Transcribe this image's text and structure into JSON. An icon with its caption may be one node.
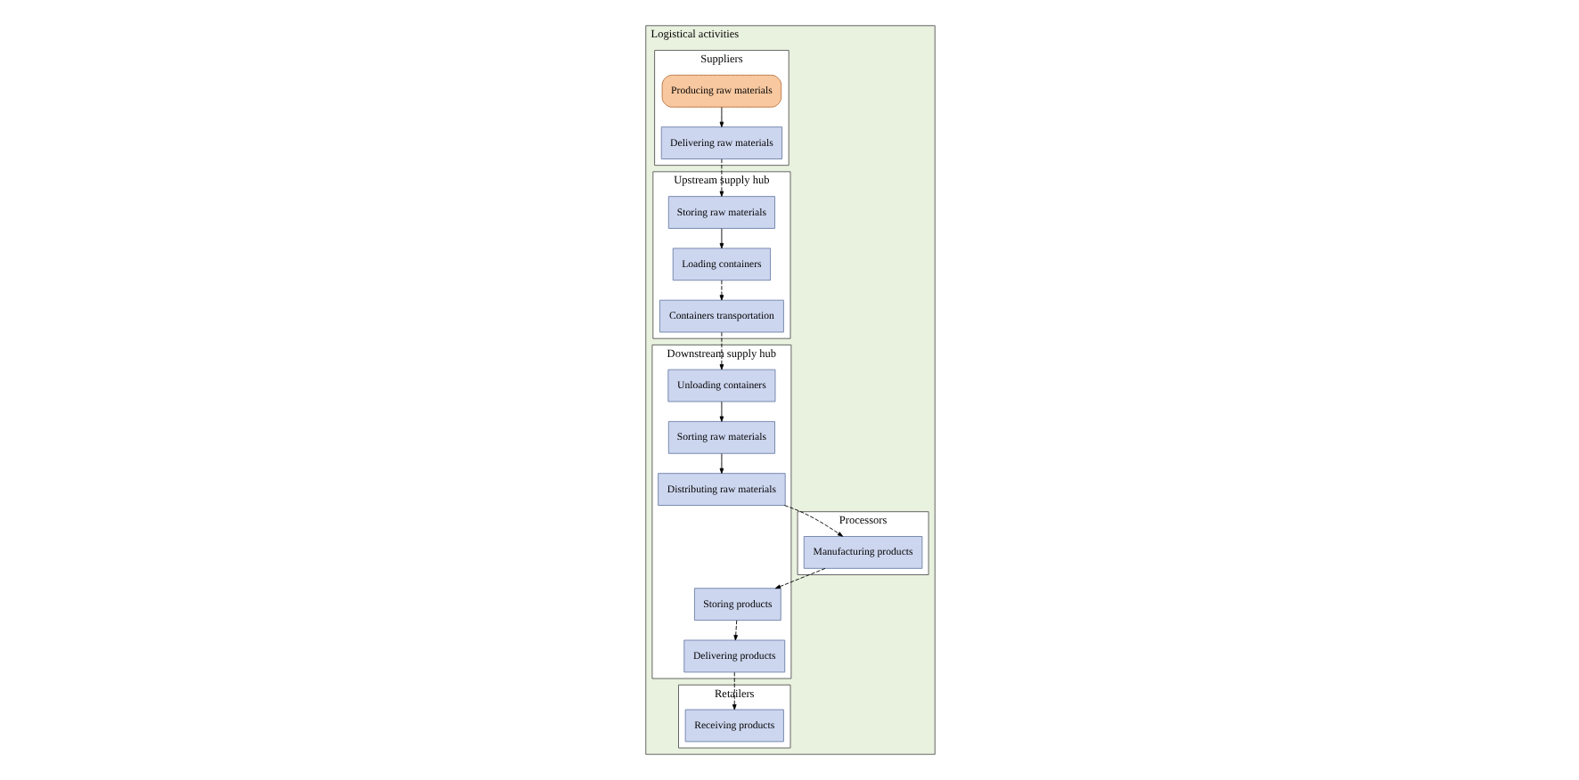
{
  "diagram": {
    "nodes": [
      {
        "text": [
          "Logistical activities"
        ]
      },
      {
        "text": [
          "Suppliers"
        ],
        "in": 0
      },
      {
        "text": [
          "Upstream supply hub"
        ],
        "in": 0
      },
      {
        "text": [
          "Downstream supply hub"
        ],
        "in": 0
      },
      {
        "text": [
          "Processors"
        ],
        "in": 0
      },
      {
        "text": [
          "Retailers"
        ],
        "in": 0
      },
      {
        "text": [
          "Producing raw materials"
        ],
        "in": 1
      },
      {
        "text": [
          "Delivering raw materials"
        ],
        "in": 1
      },
      {
        "text": [
          "Storing raw materials"
        ],
        "in": 2
      },
      {
        "text": [
          "Loading containers"
        ],
        "in": 2
      },
      {
        "text": [
          "Containers transportation"
        ],
        "in": 2
      },
      {
        "text": [
          "Unloading containers"
        ],
        "in": 3
      },
      {
        "text": [
          "Sorting raw materials"
        ],
        "in": 3
      },
      {
        "text": [
          "Distributing raw materials"
        ],
        "in": 3
      },
      {
        "text": [
          "Storing products"
        ],
        "in": 3
      },
      {
        "text": [
          "Delivering products"
        ],
        "in": 3
      },
      {
        "text": [
          "Manufacturing products"
        ],
        "in": 4
      },
      {
        "text": [
          "Receiving products"
        ],
        "in": 5
      }
    ],
    "edges": [
      {
        "from": 6,
        "to": 7,
        "arrow": "to"
      },
      {
        "from": 7,
        "to": 8,
        "arrow": "to",
        "style": "dashed"
      },
      {
        "from": 8,
        "to": 9,
        "arrow": "to"
      },
      {
        "from": 9,
        "to": 10,
        "arrow": "to",
        "style": "dashed"
      },
      {
        "from": 10,
        "to": 11,
        "arrow": "to",
        "style": "dashed"
      },
      {
        "from": 11,
        "to": 12,
        "arrow": "to"
      },
      {
        "from": 12,
        "to": 13,
        "arrow": "to"
      },
      {
        "from": 13,
        "to": 16,
        "arrow": "to",
        "style": "dashed"
      },
      {
        "from": 16,
        "to": 14,
        "arrow": "to",
        "style": "dashed"
      },
      {
        "from": 14,
        "to": 15,
        "arrow": "to",
        "style": "dashed"
      },
      {
        "from": 15,
        "to": 17,
        "arrow": "to",
        "style": "dashed"
      }
    ]
  }
}
